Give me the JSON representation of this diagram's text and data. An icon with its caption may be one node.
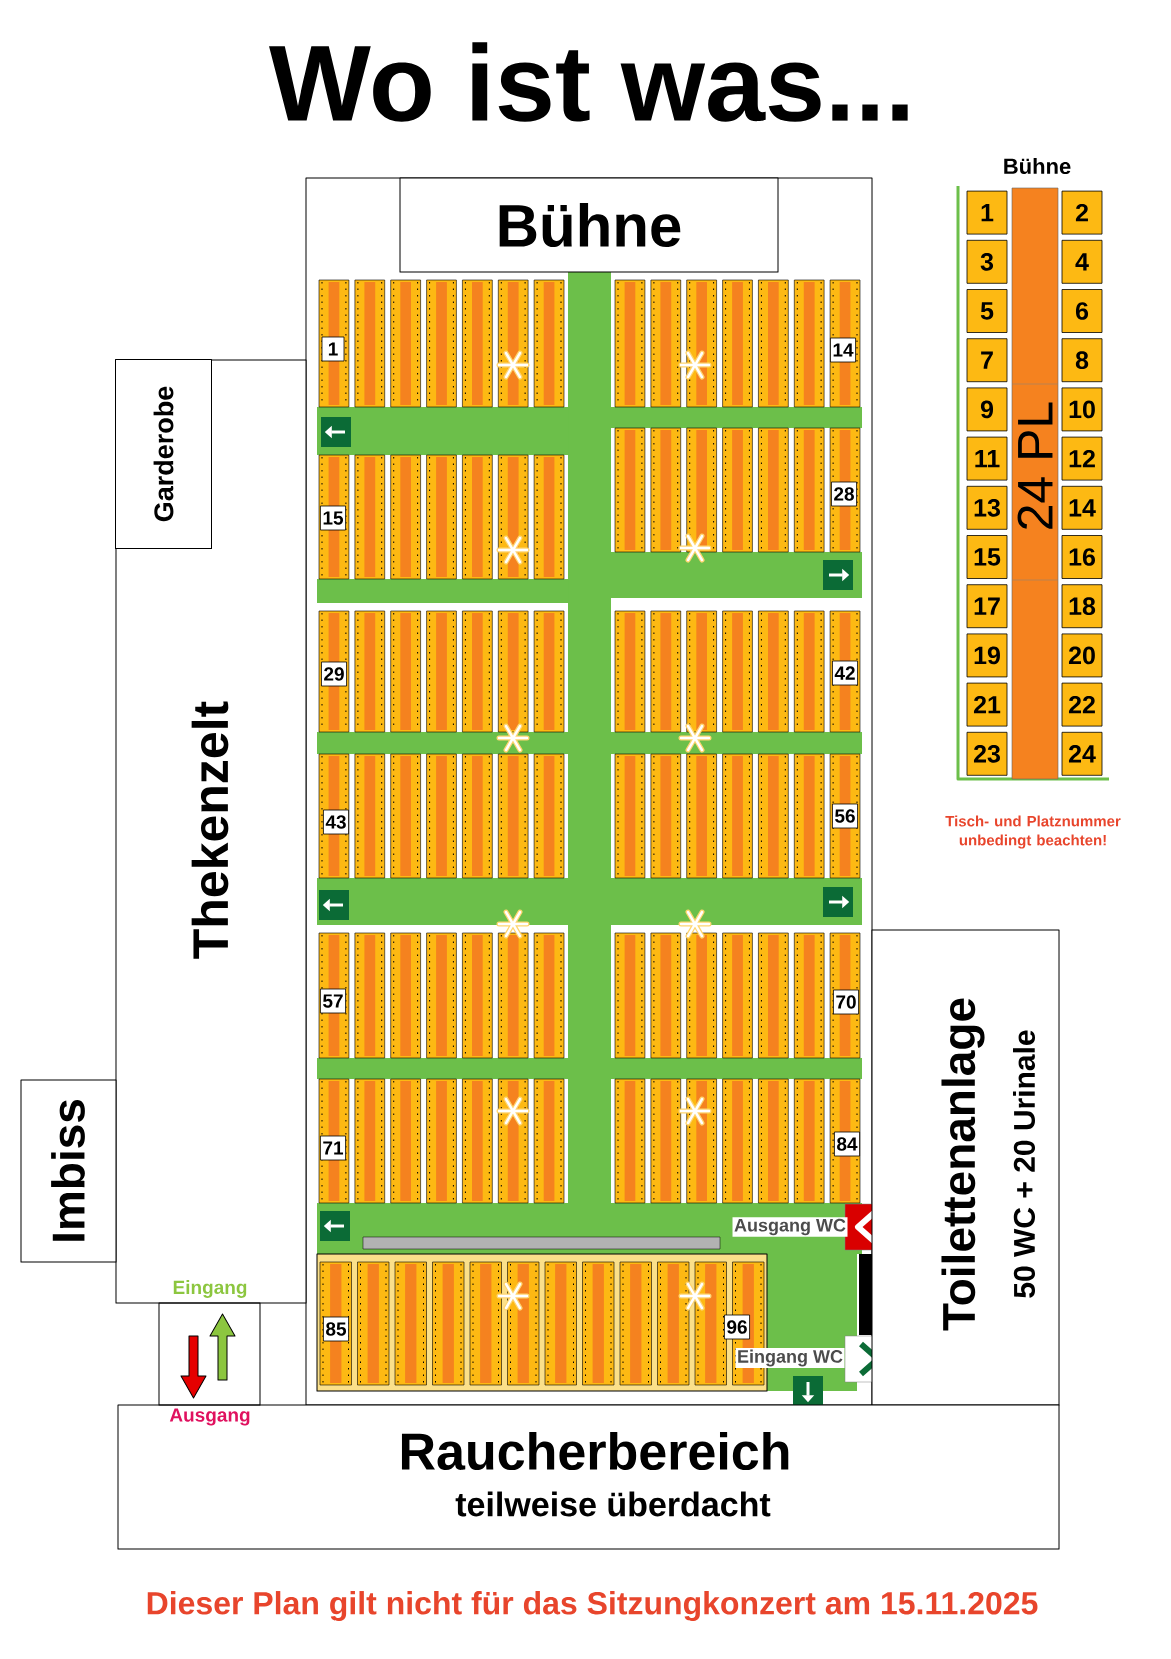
{
  "diagram": {
    "title": "Wo ist was...",
    "caption": "Dieser Plan gilt nicht für das Sitzungkonzert am 15.11.2025",
    "nodes": [
      {
        "text": [
          "Bühne"
        ]
      },
      {
        "text": [
          "1"
        ]
      },
      {
        "text": [
          "14"
        ]
      },
      {
        "text": [
          "15"
        ]
      },
      {
        "text": [
          "28"
        ]
      },
      {
        "text": [
          "29"
        ]
      },
      {
        "text": [
          "42"
        ]
      },
      {
        "text": [
          "43"
        ]
      },
      {
        "text": [
          "56"
        ]
      },
      {
        "text": [
          "57"
        ]
      },
      {
        "text": [
          "70"
        ]
      },
      {
        "text": [
          "71"
        ]
      },
      {
        "text": [
          "84"
        ]
      },
      {
        "text": [
          "85"
        ]
      },
      {
        "text": [
          "96"
        ]
      },
      {
        "text": [
          "Thekenzelt"
        ]
      },
      {
        "text": [
          "Garderobe"
        ],
        "in": 15
      },
      {
        "text": [
          "Imbiss"
        ]
      },
      {
        "text": [
          "Toilettenanlage",
          "50 WC + 20 Urinale"
        ]
      },
      {
        "text": [
          "Raucherbereich",
          "teilweise überdacht"
        ]
      },
      {
        "text": [],
        "shape": "box",
        "beside": [
          "Eingang",
          "Ausgang"
        ]
      },
      {
        "text": [
          "1"
        ]
      },
      {
        "text": [
          "2"
        ]
      },
      {
        "text": [
          "3"
        ]
      },
      {
        "text": [
          "4"
        ]
      },
      {
        "text": [
          "5"
        ]
      },
      {
        "text": [
          "6"
        ]
      },
      {
        "text": [
          "7"
        ]
      },
      {
        "text": [
          "8"
        ]
      },
      {
        "text": [
          "9"
        ]
      },
      {
        "text": [
          "10"
        ]
      },
      {
        "text": [
          "11"
        ]
      },
      {
        "text": [
          "12"
        ]
      },
      {
        "text": [
          "13"
        ]
      },
      {
        "text": [
          "14"
        ]
      },
      {
        "text": [
          "15"
        ]
      },
      {
        "text": [
          "16"
        ]
      },
      {
        "text": [
          "17"
        ]
      },
      {
        "text": [
          "18"
        ]
      },
      {
        "text": [
          "19"
        ]
      },
      {
        "text": [
          "20"
        ]
      },
      {
        "text": [
          "21"
        ]
      },
      {
        "text": [
          "22"
        ]
      },
      {
        "text": [
          "23"
        ]
      },
      {
        "text": [
          "24"
        ]
      },
      {
        "text": [
          "24 PL"
        ]
      }
    ],
    "edges": [],
    "labels": [
      "Bühne",
      "Tisch- und Platznummer unbedingt beachten!",
      "Ausgang WC",
      "Eingang WC"
    ]
  }
}
